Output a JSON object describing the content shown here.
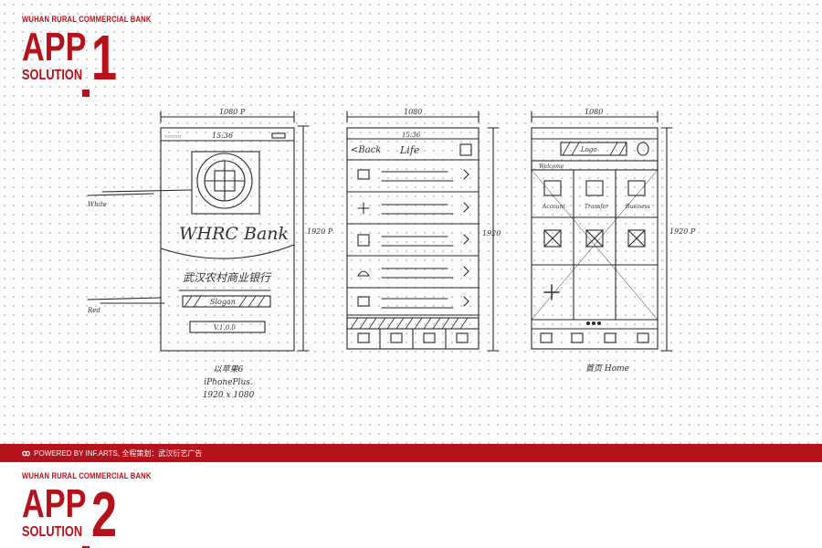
{
  "section1": {
    "company": "WUHAN RURAL COMMERCIAL BANK",
    "app": "APP",
    "solution": "SOLUTION",
    "number": "1"
  },
  "section2": {
    "company": "WUHAN RURAL COMMERCIAL BANK",
    "app": "APP",
    "solution": "SOLUTION",
    "number": "2"
  },
  "footer": {
    "logo": "ꝏ",
    "text": "POWERED BY INF.ARTS, 全程策划：武汉衍艺广告"
  },
  "sketch1": {
    "width_label": "1080 P",
    "height_label": "1920 P",
    "time": "15:36",
    "brand": "WHRC Bank",
    "slogan_cn": "武汉农村商业银行",
    "slogan_tag": "Slogan",
    "version": "V.1.0.0",
    "note_white": "White",
    "note_red": "Red",
    "caption": [
      "以苹果6",
      "iPhonePlus.",
      "1920 x 1080"
    ]
  },
  "sketch2": {
    "width_label": "1080",
    "height_label": "1920",
    "time": "15:36",
    "back": "<Back",
    "title": "Life"
  },
  "sketch3": {
    "width_label": "1080",
    "height_label": "1920 P",
    "search": "Logo",
    "greeting": "Welcome",
    "tiles": [
      "Account",
      "Transfer",
      "Business"
    ],
    "caption": "首页 Home"
  },
  "colors": {
    "brand_red": "#b5121b"
  }
}
